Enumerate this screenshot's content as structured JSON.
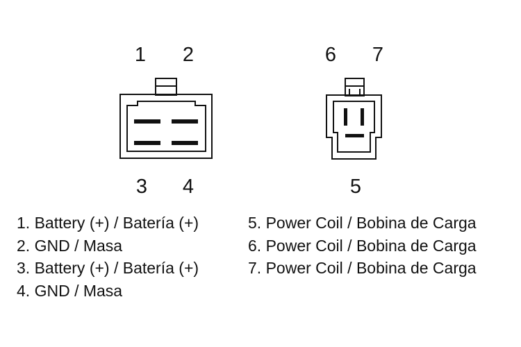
{
  "connector_a": {
    "pins_top": [
      "1",
      "2"
    ],
    "pins_bottom": [
      "3",
      "4"
    ]
  },
  "connector_b": {
    "pins_top": [
      "6",
      "7"
    ],
    "pins_bottom": [
      "5"
    ]
  },
  "legend_left": [
    "1. Battery (+) / Batería (+)",
    "2. GND / Masa",
    "3. Battery (+) / Batería (+)",
    "4. GND / Masa"
  ],
  "legend_right": [
    "5. Power Coil / Bobina de Carga",
    "6. Power Coil / Bobina de Carga",
    "7. Power Coil / Bobina de Carga"
  ]
}
